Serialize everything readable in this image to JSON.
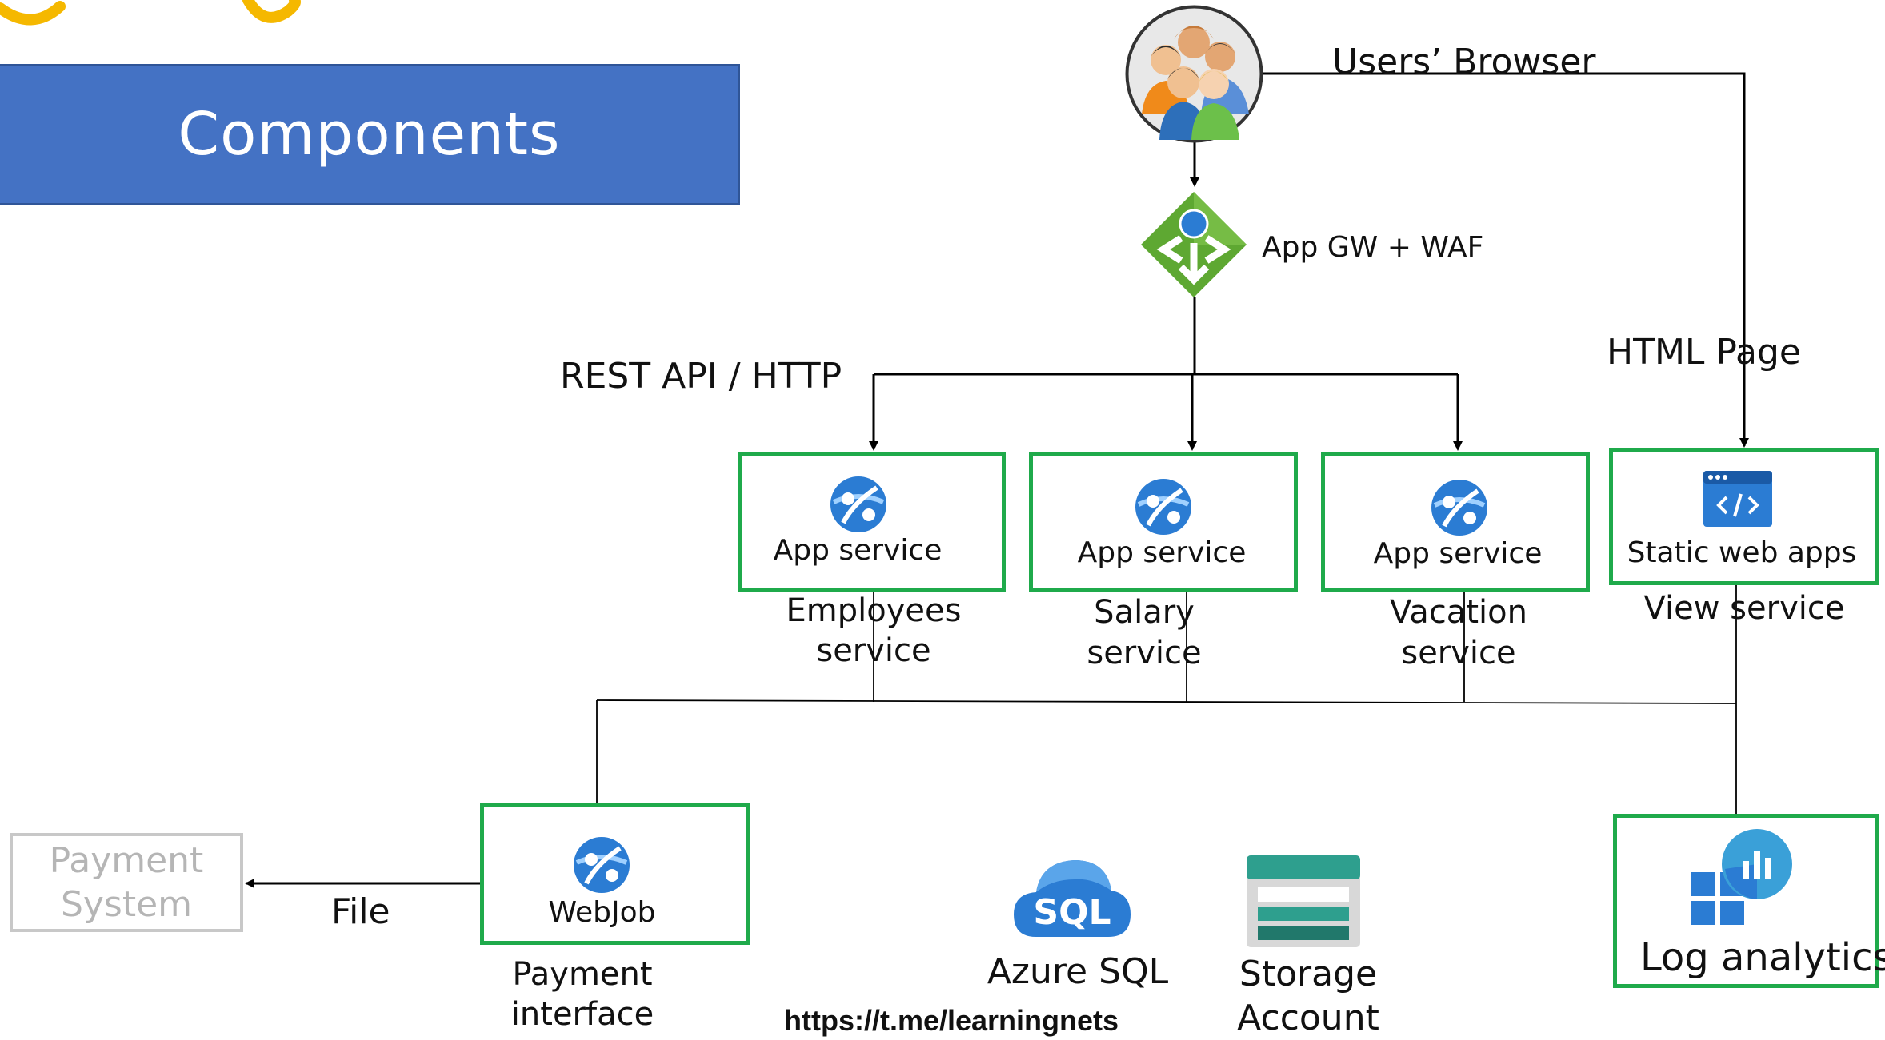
{
  "title": "Components",
  "nodes": {
    "users": {
      "label": "Users’ Browser"
    },
    "gateway": {
      "label": "App GW + WAF"
    },
    "employees": {
      "box_label": "App service",
      "caption_line1": "Employees",
      "caption_line2": "service"
    },
    "salary": {
      "box_label": "App service",
      "caption_line1": "Salary",
      "caption_line2": "service"
    },
    "vacation": {
      "box_label": "App service",
      "caption_line1": "Vacation",
      "caption_line2": "service"
    },
    "static": {
      "box_label": "Static web apps",
      "caption": "View service"
    },
    "webjob": {
      "box_label": "WebJob",
      "caption_line1": "Payment",
      "caption_line2": "interface"
    },
    "payment_system": {
      "line1": "Payment",
      "line2": "System"
    },
    "sql": {
      "icon_text": "SQL",
      "label": "Azure SQL"
    },
    "storage": {
      "line1": "Storage",
      "line2": "Account"
    },
    "log": {
      "label": "Log analytics"
    }
  },
  "edge_labels": {
    "rest": "REST API / HTTP",
    "html": "HTML Page",
    "file": "File"
  },
  "footer_url": "https://t.me/learningnets",
  "colors": {
    "title_band": "#4472C4",
    "box_border": "#1faa4b",
    "app_service_icon": "#2b7cd3",
    "gateway_icon": "#5ea832",
    "log_icon": "#3aa0d8",
    "storage_icon": "#2e9f8e",
    "faded_text": "#b5b5b5",
    "logo_yellow": "#f5b800"
  },
  "icons": {
    "users": "users-group-icon",
    "gateway": "application-gateway-icon",
    "app_service": "app-service-icon",
    "static": "static-web-apps-icon",
    "sql": "sql-cloud-icon",
    "storage": "storage-account-icon",
    "log": "log-analytics-icon"
  }
}
